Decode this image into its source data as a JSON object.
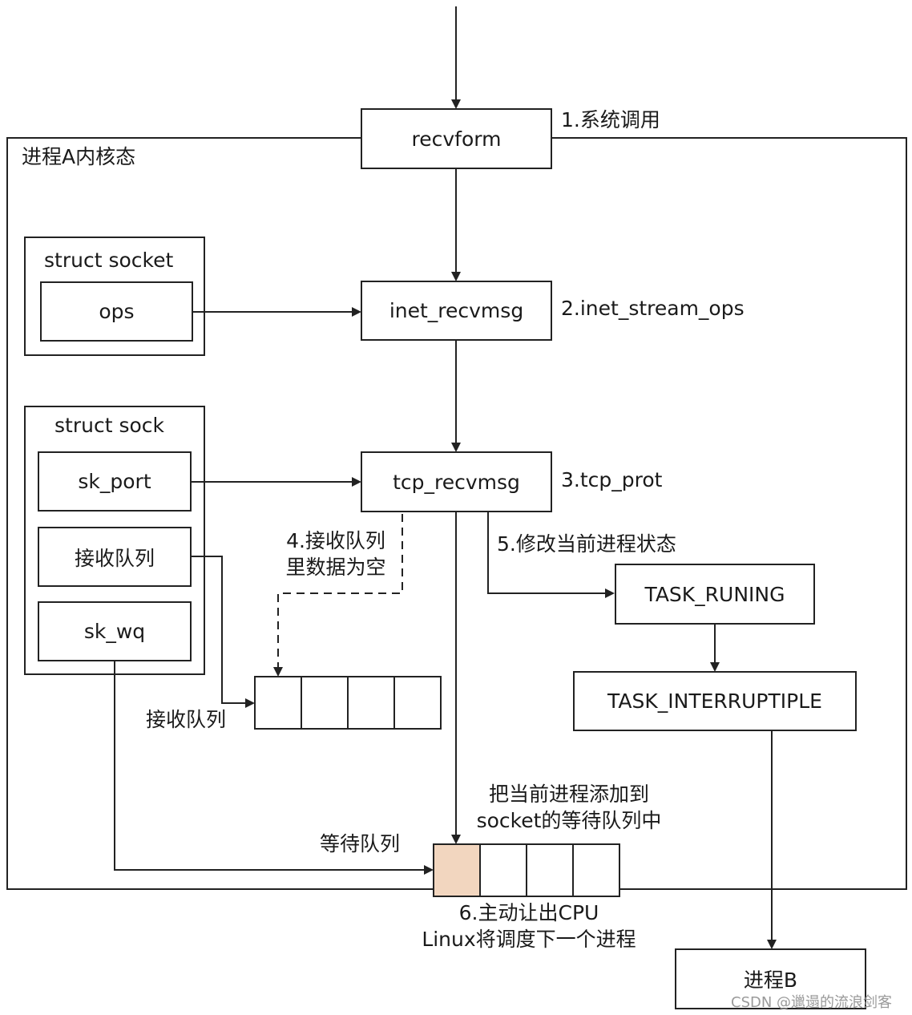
{
  "nodes": {
    "recvform": "recvform",
    "inet_recvmsg": "inet_recvmsg",
    "tcp_recvmsg": "tcp_recvmsg",
    "task_runing": "TASK_RUNING",
    "task_interruptible": "TASK_INTERRUPTIPLE",
    "process_b": "进程B"
  },
  "regions": {
    "kernel_mode": "进程A内核态",
    "struct_socket": "struct socket",
    "ops": "ops",
    "struct_sock": "struct sock",
    "sk_port": "sk_port",
    "recv_queue_field": "接收队列",
    "sk_wq": "sk_wq"
  },
  "steps": {
    "step1": "1.系统调用",
    "step2": "2.inet_stream_ops",
    "step3": "3.tcp_prot",
    "step4_line1": "4.接收队列",
    "step4_line2": "里数据为空",
    "step5": "5.修改当前进程状态",
    "add_line1": "把当前进程添加到",
    "add_line2": "socket的等待队列中",
    "step6_line1": "6.主动让出CPU",
    "step6_line2": "Linux将调度下一个进程"
  },
  "queues": {
    "receive_queue_label": "接收队列",
    "wait_queue_label": "等待队列"
  },
  "colors": {
    "line": "#222222",
    "highlight_cell": "#f2d6bf"
  },
  "watermark": "CSDN @邋遢的流浪剑客"
}
